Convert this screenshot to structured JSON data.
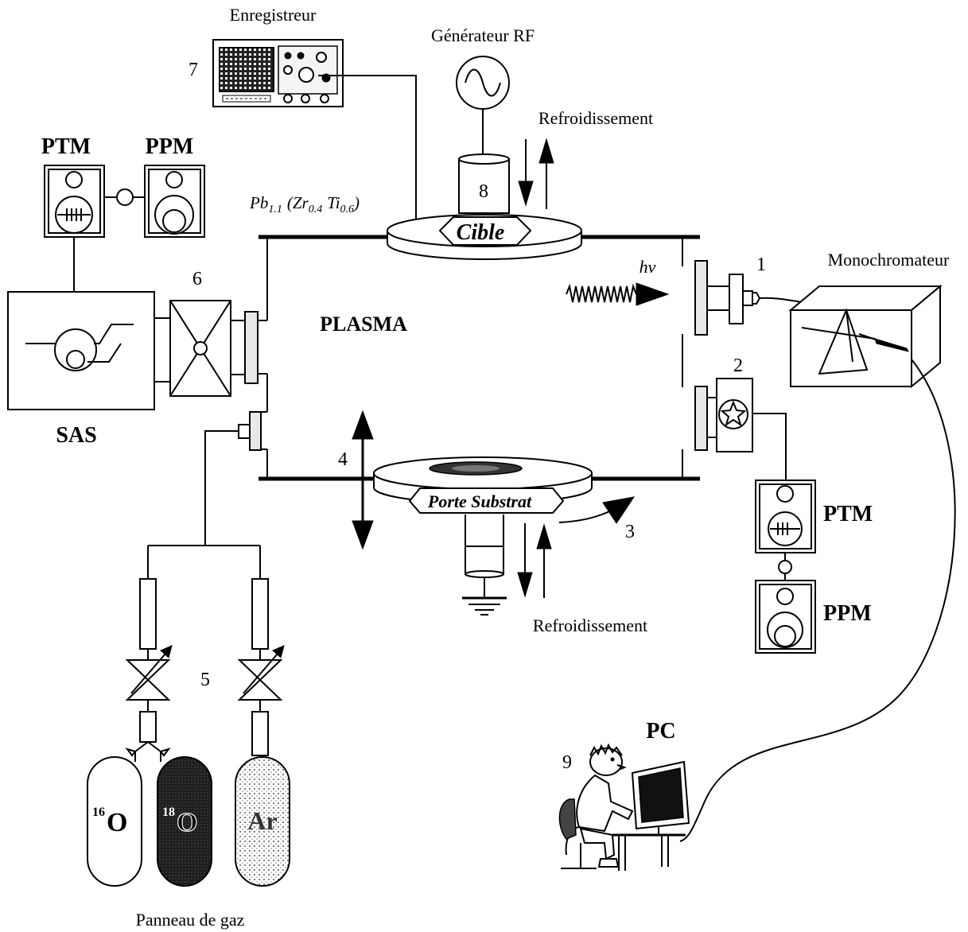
{
  "labels": {
    "recorder": "Enregistreur",
    "rf_generator": "Générateur RF",
    "cooling_top": "Refroidissement",
    "cooling_bottom": "Refroidissement",
    "ptm_left": "PTM",
    "ppm_left": "PPM",
    "ptm_right": "PTM",
    "ppm_right": "PPM",
    "sas": "SAS",
    "plasma": "PLASMA",
    "target": "Cible",
    "substrate_holder": "Porte Substrat",
    "monochromator": "Monochromateur",
    "hv": "hν",
    "pc": "PC",
    "gas_panel": "Panneau de gaz"
  },
  "composition": {
    "pb": "Pb",
    "pb_sub": "1.1",
    "zr": "(Zr",
    "zr_sub": "0.4",
    "ti": "Ti",
    "ti_sub": "0.6",
    "close": ")"
  },
  "gases": {
    "o16_mass": "16",
    "o16_symbol": "O",
    "o18_mass": "18",
    "o18_symbol": "O",
    "ar_symbol": "Ar"
  },
  "numbers": {
    "n1": "1",
    "n2": "2",
    "n3": "3",
    "n4": "4",
    "n5": "5",
    "n6": "6",
    "n7": "7",
    "n8": "8",
    "n9": "9"
  }
}
